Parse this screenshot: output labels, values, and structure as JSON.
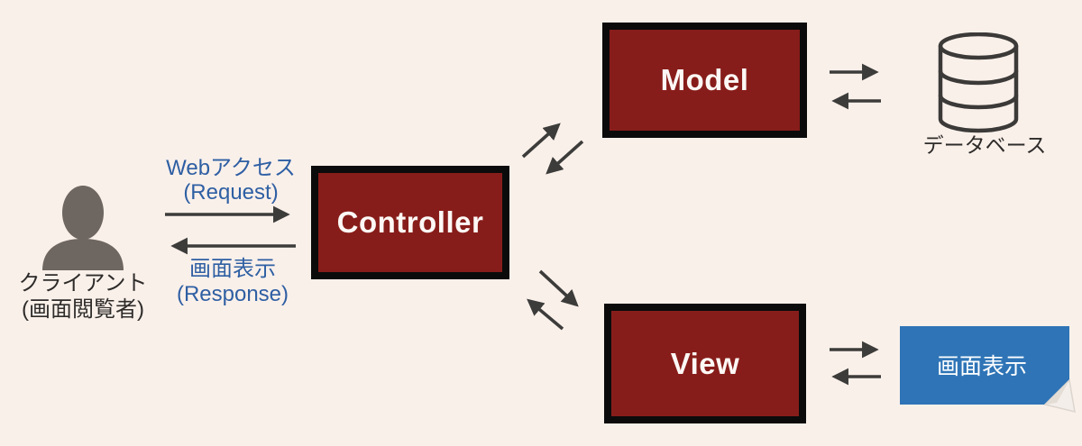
{
  "client": {
    "line1": "クライアント",
    "line2": "(画面閲覧者)"
  },
  "request": {
    "line1": "Webアクセス",
    "line2": "(Request)"
  },
  "response": {
    "line1": "画面表示",
    "line2": "(Response)"
  },
  "nodes": {
    "controller": "Controller",
    "model": "Model",
    "view": "View"
  },
  "database": {
    "label": "データベース"
  },
  "screen": {
    "label": "画面表示"
  },
  "icons": {
    "client": "person-silhouette-icon",
    "database": "database-cylinder-icon",
    "screen": "folded-page-shape"
  },
  "colors": {
    "background": "#FAF0EA",
    "node_fill": "#871D1A",
    "node_border": "#0B0B0B",
    "node_text": "#FCF8F5",
    "arrow": "#3C3C3A",
    "flow_label_blue": "#2E5FA3",
    "screen_fill": "#2E74B6",
    "person_gray": "#6E6660",
    "dark_text": "#2E2C2A",
    "db_outline": "#3B3A38"
  }
}
